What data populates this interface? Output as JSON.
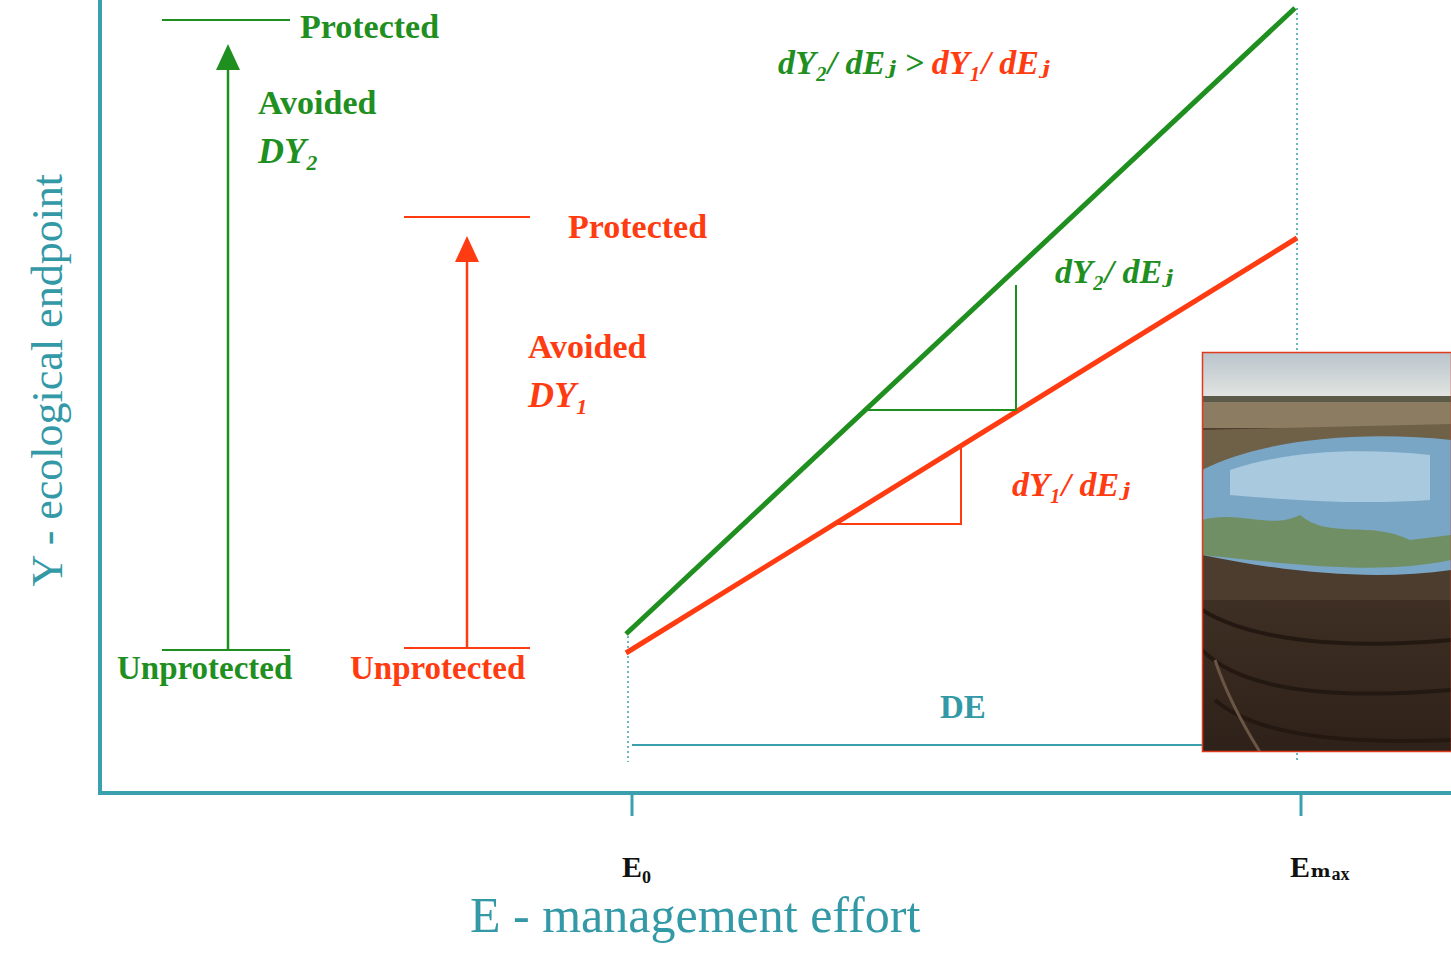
{
  "diagram": {
    "labels": [
      "Y - ecological endpoint",
      "Protected",
      "Avoided",
      "DY₂",
      "Protected",
      "Avoided",
      "DY₁",
      "dY₂/ dEⱼ >",
      "dY₁/ dEⱼ",
      "dY₂/ dEⱼ",
      "dY₁/ dEⱼ",
      "Unprotected",
      "Unprotected",
      "DE",
      "E₀",
      "Eₘₐₓ",
      "E - management effort"
    ]
  }
}
